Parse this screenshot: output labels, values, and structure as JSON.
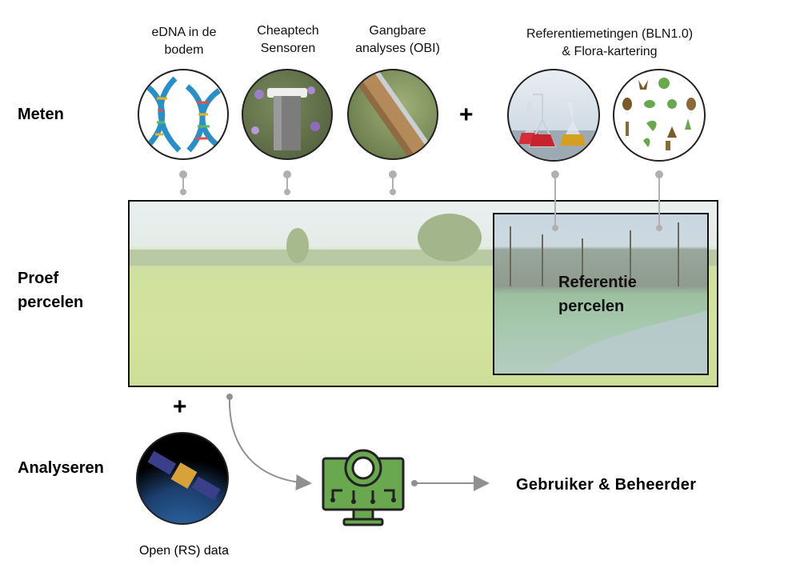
{
  "rows": {
    "measure": "Meten",
    "plots": "Proef\npercelen",
    "analyse": "Analyseren"
  },
  "measures": [
    {
      "caption": "eDNA in de\nbodem",
      "icon": "dna-icon"
    },
    {
      "caption": "Cheaptech\nSensoren",
      "icon": "soil-sensor-icon"
    },
    {
      "caption": "Gangbare\nanalyses (OBI)",
      "icon": "soil-core-icon"
    },
    {
      "caption": "Referentiemetingen (BLN1.0)\n& Flora-kartering",
      "icon": "lab-flask-icon"
    },
    {
      "caption": "",
      "icon": "flora-fauna-icon"
    }
  ],
  "plus_symbol": "+",
  "reference_plot": "Referentie\npercelen",
  "open_data": "Open (RS) data",
  "end_user": "Gebruiker &  Beheerder",
  "colors": {
    "computer_green": "#6aa84f",
    "dna_blue": "#2a8fc7",
    "connector_gray": "#a0a0a0"
  }
}
